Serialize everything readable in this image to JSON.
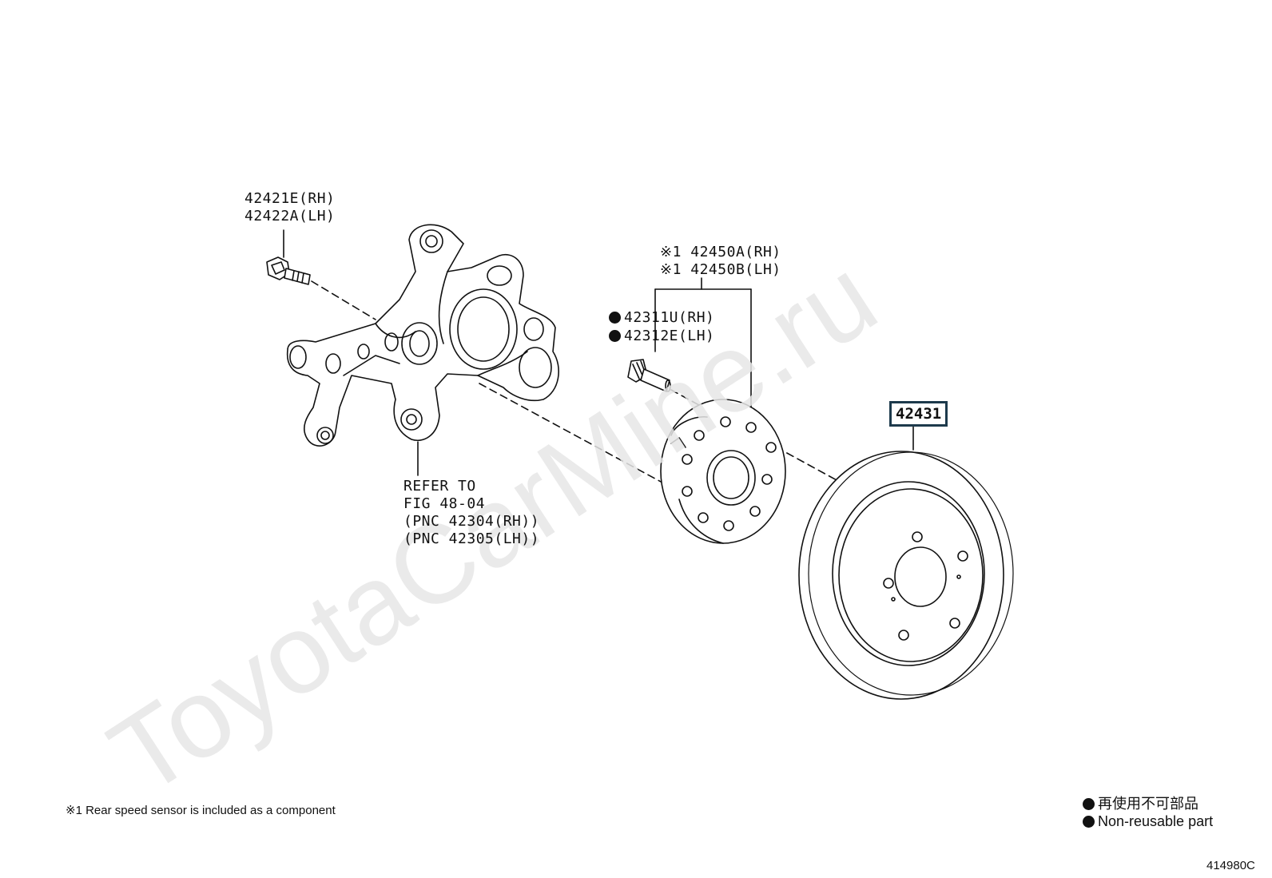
{
  "watermark": "ToyotaCarMine.ru",
  "labels": {
    "bolt_rh": "42421E(RH)",
    "bolt_lh": "42422A(LH)",
    "hub_rh": "※1 42450A(RH)",
    "hub_lh": "※1 42450B(LH)",
    "stud_rh": "42311U(RH)",
    "stud_lh": "42312E(LH)",
    "refer_1": "REFER TO",
    "refer_2": "FIG 48-04",
    "refer_3": "(PNC 42304(RH))",
    "refer_4": "(PNC 42305(LH))",
    "disc_part": "42431"
  },
  "footnote": "※1 Rear speed sensor is included as a component",
  "legend": {
    "jp": "再使用不可部品",
    "en": "Non-reusable part"
  },
  "figure_id": "414980C",
  "colors": {
    "line": "#111111",
    "box_border": "#1d3a4c",
    "watermark": "#e6e6e6"
  }
}
